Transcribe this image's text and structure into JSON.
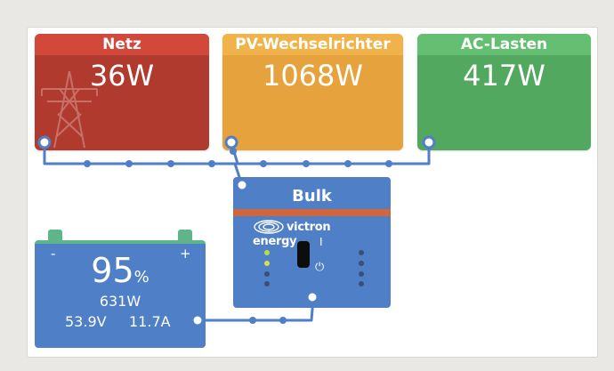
{
  "tiles": {
    "grid": {
      "title": "Netz",
      "value": "36W",
      "icon": "power-pylon-icon",
      "color": "#b03a2e"
    },
    "pv_inverter": {
      "title": "PV-Wechselrichter",
      "value": "1068W",
      "color": "#e6a23c"
    },
    "ac_loads": {
      "title": "AC-Lasten",
      "value": "417W",
      "color": "#53a860"
    }
  },
  "inverter": {
    "state": "Bulk",
    "brand": "victron energy",
    "switch_on_symbol": "I",
    "switch_standby_symbol": "⏻",
    "color": "#4f7fc6"
  },
  "battery": {
    "minus": "-",
    "plus": "+",
    "soc": "95",
    "soc_unit": "%",
    "power": "631W",
    "voltage": "53.9V",
    "current": "11.7A",
    "color": "#4f7fc6"
  }
}
